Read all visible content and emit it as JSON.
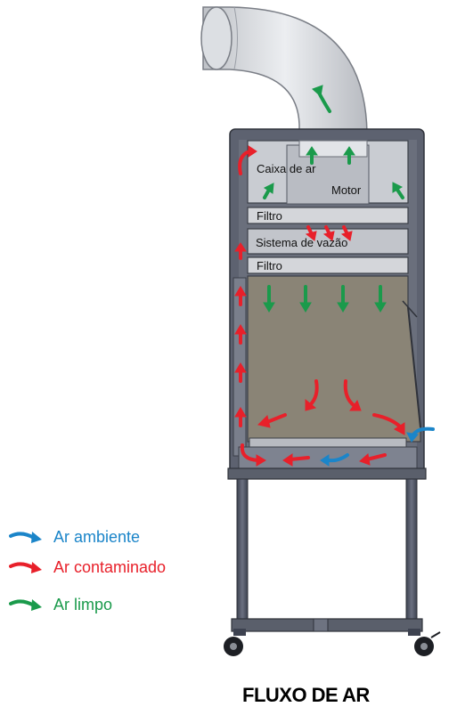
{
  "title": "FLUXO DE AR",
  "components": {
    "air_box": "Caixa de ar",
    "motor": "Motor",
    "filter_top": "Filtro",
    "flow_system": "Sistema de vazão",
    "filter_bottom": "Filtro"
  },
  "legend": [
    {
      "label": "Ar ambiente",
      "color": "#1b85c9"
    },
    {
      "label": "Ar contaminado",
      "color": "#e8202a"
    },
    {
      "label": "Ar limpo",
      "color": "#1a9a4b"
    }
  ],
  "colors": {
    "frame": "#4a4f5c",
    "chamber": "#8a8476",
    "duct": "#d6d8dc"
  }
}
